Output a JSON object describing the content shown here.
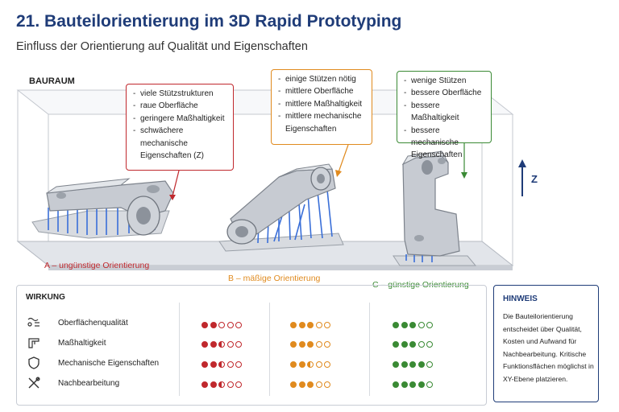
{
  "title": "21. Bauteilorientierung im 3D Rapid Prototyping",
  "subtitle": "Einfluss der Orientierung auf Qualität und Eigenschaften",
  "bauraum_label": "BAURAUM",
  "axis_label": "Z",
  "orientations": [
    {
      "label": "A – ungünstige Orientierung",
      "color": "#c0282d",
      "callout": [
        "viele Stützstrukturen",
        "raue Oberfläche",
        "geringere Maßhaltigkeit",
        "schwächere mechanische Eigenschaften (Z)"
      ]
    },
    {
      "label": "B – mäßige Orientierung",
      "color": "#e08a1e",
      "callout": [
        "einige Stützen nötig",
        "mittlere Oberfläche",
        "mittlere Maßhaltigkeit",
        "mittlere mechanische Eigenschaften"
      ]
    },
    {
      "label": "C – günstige Orientierung",
      "color": "#3a8a34",
      "callout": [
        "wenige Stützen",
        "bessere Oberfläche",
        "bessere Maßhaltigkeit",
        "bessere mechanische Eigenschaften"
      ]
    }
  ],
  "wirkung": {
    "header": "WIRKUNG",
    "rows": [
      {
        "label": "Oberflächenqualität",
        "icon": "surface-icon",
        "ratings": [
          2,
          3,
          3
        ]
      },
      {
        "label": "Maßhaltigkeit",
        "icon": "caliper-icon",
        "ratings": [
          2.5,
          3,
          3
        ]
      },
      {
        "label": "Mechanische Eigenschaften",
        "icon": "shield-icon",
        "ratings": [
          2.5,
          2.5,
          4
        ]
      },
      {
        "label": "Nachbearbeitung",
        "icon": "tools-icon",
        "ratings": [
          2.5,
          3,
          4
        ]
      }
    ],
    "max_rating": 5
  },
  "hinweis": {
    "title": "HINWEIS",
    "text": "Die Bauteilorientierung entscheidet über Qualität, Kosten und Aufwand für Nachbearbeitung. Kritische Funktionsflächen möglichst in XY-Ebene platzieren."
  }
}
